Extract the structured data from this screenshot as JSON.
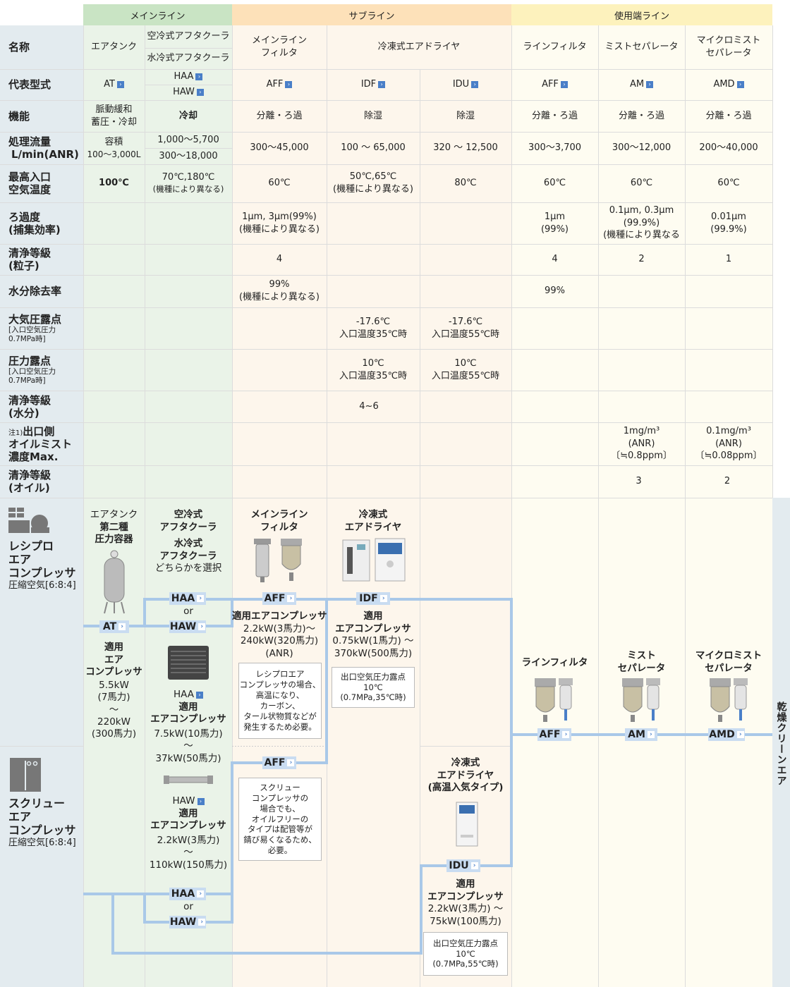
{
  "groups": {
    "main": "メインライン",
    "sub": "サブライン",
    "end": "使用端ライン"
  },
  "row_labels": {
    "name": "名称",
    "model": "代表型式",
    "function": "機能",
    "flow": [
      "処理流量",
      "L/min(ANR)"
    ],
    "max_inlet_temp": [
      "最高入口",
      "空気温度"
    ],
    "filtration": [
      "ろ過度",
      "(捕集効率)"
    ],
    "clean_particle": [
      "清浄等級",
      "(粒子)"
    ],
    "water_removal": "水分除去率",
    "atm_dew": [
      "大気圧露点"
    ],
    "atm_dew_note": [
      "[入口空気圧力",
      "0.7MPa時]"
    ],
    "press_dew": [
      "圧力露点"
    ],
    "press_dew_note": [
      "[入口空気圧力",
      "0.7MPa時]"
    ],
    "clean_water": [
      "清浄等級",
      "(水分)"
    ],
    "oil_note": "注1)",
    "oil": [
      "出口側",
      "オイルミスト",
      "濃度Max."
    ],
    "clean_oil": [
      "清浄等級",
      "(オイル)"
    ],
    "recip": [
      "レシプロ",
      "エア",
      "コンプレッサ"
    ],
    "recip_sub": "圧縮空気[6:8:4]",
    "screw": [
      "スクリュー",
      "エア",
      "コンプレッサ"
    ],
    "screw_sub": "圧縮空気[6:8:4]"
  },
  "columns": {
    "tank": {
      "name": "エアタンク",
      "model": "AT",
      "function": [
        "脈動緩和",
        "蓄圧・冷却"
      ],
      "flow": [
        "容積",
        "100〜3,000L"
      ],
      "temp": "100℃"
    },
    "cooler": {
      "name_air": "空冷式アフタクーラ",
      "name_water": "水冷式アフタクーラ",
      "model_1": "HAA",
      "model_2": "HAW",
      "function": "冷却",
      "flow_1": "1,000〜5,700",
      "flow_2": "300〜18,000",
      "temp": [
        "70℃,180℃",
        "(機種により異なる)"
      ]
    },
    "main_filter": {
      "name": [
        "メインライン",
        "フィルタ"
      ],
      "model": "AFF",
      "function": "分離・ろ過",
      "flow": "300〜45,000",
      "temp": "60℃",
      "filtration": [
        "1μm, 3μm(99%)",
        "(機種により異なる)"
      ],
      "clean_particle": "4",
      "water_removal": [
        "99%",
        "(機種により異なる)"
      ]
    },
    "dryer": {
      "name": "冷凍式エアドライヤ",
      "model_1": "IDF",
      "model_2": "IDU",
      "function_1": "除湿",
      "function_2": "除湿",
      "flow_1": "100 〜 65,000",
      "flow_2": "320 〜 12,500",
      "temp_1": [
        "50℃,65℃",
        "(機種により異なる)"
      ],
      "temp_2": "80℃",
      "atm_dew_1": [
        "-17.6℃",
        "入口温度35℃時"
      ],
      "atm_dew_2": [
        "-17.6℃",
        "入口温度55℃時"
      ],
      "press_dew_1": [
        "10℃",
        "入口温度35℃時"
      ],
      "press_dew_2": [
        "10℃",
        "入口温度55℃時"
      ],
      "clean_water": "4~6"
    },
    "line_filter": {
      "name": "ラインフィルタ",
      "model": "AFF",
      "function": "分離・ろ過",
      "flow": "300〜3,700",
      "temp": "60℃",
      "filtration": [
        "1μm",
        "(99%)"
      ],
      "clean_particle": "4",
      "water_removal": "99%"
    },
    "mist_sep": {
      "name": "ミストセパレータ",
      "model": "AM",
      "function": "分離・ろ過",
      "flow": "300〜12,000",
      "temp": "60℃",
      "filtration": [
        "0.1μm, 0.3μm",
        "(99.9%)",
        "(機種により異なる"
      ],
      "clean_particle": "2",
      "oil": [
        "1mg/m³",
        "(ANR)",
        "〔≒0.8ppm〕"
      ],
      "clean_oil": "3"
    },
    "micro_mist": {
      "name": [
        "マイクロミスト",
        "セパレータ"
      ],
      "model": "AMD",
      "function": "分離・ろ過",
      "flow": "200〜40,000",
      "temp": "60℃",
      "filtration": [
        "0.01μm",
        "(99.9%)"
      ],
      "clean_particle": "1",
      "oil": [
        "0.1mg/m³",
        "(ANR)",
        "〔≒0.08ppm〕"
      ],
      "clean_oil": "2"
    }
  },
  "diagram": {
    "tank_title": [
      "エアタンク"
    ],
    "tank_title_b": [
      "第二種",
      "圧力容器"
    ],
    "tank_tag": "AT",
    "tank_apply": [
      "適用",
      "エア",
      "コンプレッサ"
    ],
    "tank_range": [
      "5.5kW",
      "(7馬力)",
      "〜",
      "220kW",
      "(300馬力)"
    ],
    "cooler_title_1": [
      "空冷式",
      "アフタクーラ"
    ],
    "cooler_title_2": [
      "水冷式",
      "アフタクーラ"
    ],
    "cooler_choose": "どちらかを選択",
    "haa": "HAA",
    "haw": "HAW",
    "or": "or",
    "cooler_mid_tag": "HAA",
    "cooler_apply_1": [
      "適用",
      "エアコンプレッサ"
    ],
    "cooler_range_1": [
      "7.5kW(10馬力)",
      "〜",
      "37kW(50馬力)"
    ],
    "cooler_mid_tag2": "HAW",
    "cooler_apply_2": [
      "適用",
      "エアコンプレッサ"
    ],
    "cooler_range_2": [
      "2.2kW(3馬力)",
      "〜",
      "110kW(150馬力)"
    ],
    "mf_title": [
      "メインライン",
      "フィルタ"
    ],
    "aff": "AFF",
    "mf_apply": "適用エアコンプレッサ",
    "mf_range": [
      "2.2kW(3馬力)〜",
      "240kW(320馬力)",
      "(ANR)"
    ],
    "mf_box": [
      "レシプロエア",
      "コンプレッサの場合、",
      "高温になり、",
      "カーボン、",
      "タール状物質などが",
      "発生するため必要。"
    ],
    "mf_box2": [
      "スクリュー",
      "コンプレッサの",
      "場合でも、",
      "オイルフリーの",
      "タイプは配管等が",
      "錆び易くなるため、",
      "必要。"
    ],
    "idf_title": [
      "冷凍式",
      "エアドライヤ"
    ],
    "idf": "IDF",
    "idf_apply": [
      "適用",
      "エアコンプレッサ"
    ],
    "idf_range": [
      "0.75kW(1馬力) 〜",
      "370kW(500馬力)"
    ],
    "idf_box": [
      "出口空気圧力露点",
      "10℃",
      "(0.7MPa,35℃時)"
    ],
    "idu_title": [
      "冷凍式",
      "エアドライヤ",
      "(高温入気タイプ)"
    ],
    "idu": "IDU",
    "idu_apply": [
      "適用",
      "エアコンプレッサ"
    ],
    "idu_range": [
      "2.2kW(3馬力) 〜",
      "75kW(100馬力)"
    ],
    "idu_box": [
      "出口空気圧力露点",
      "10℃",
      "(0.7MPa,55℃時)"
    ],
    "lf_title": [
      "ラインフィルタ"
    ],
    "ms_title": [
      "ミスト",
      "セパレータ"
    ],
    "mm_title": [
      "マイクロミスト",
      "セパレータ"
    ],
    "am": "AM",
    "amd": "AMD",
    "dry_air": "乾燥クリーンエア"
  }
}
